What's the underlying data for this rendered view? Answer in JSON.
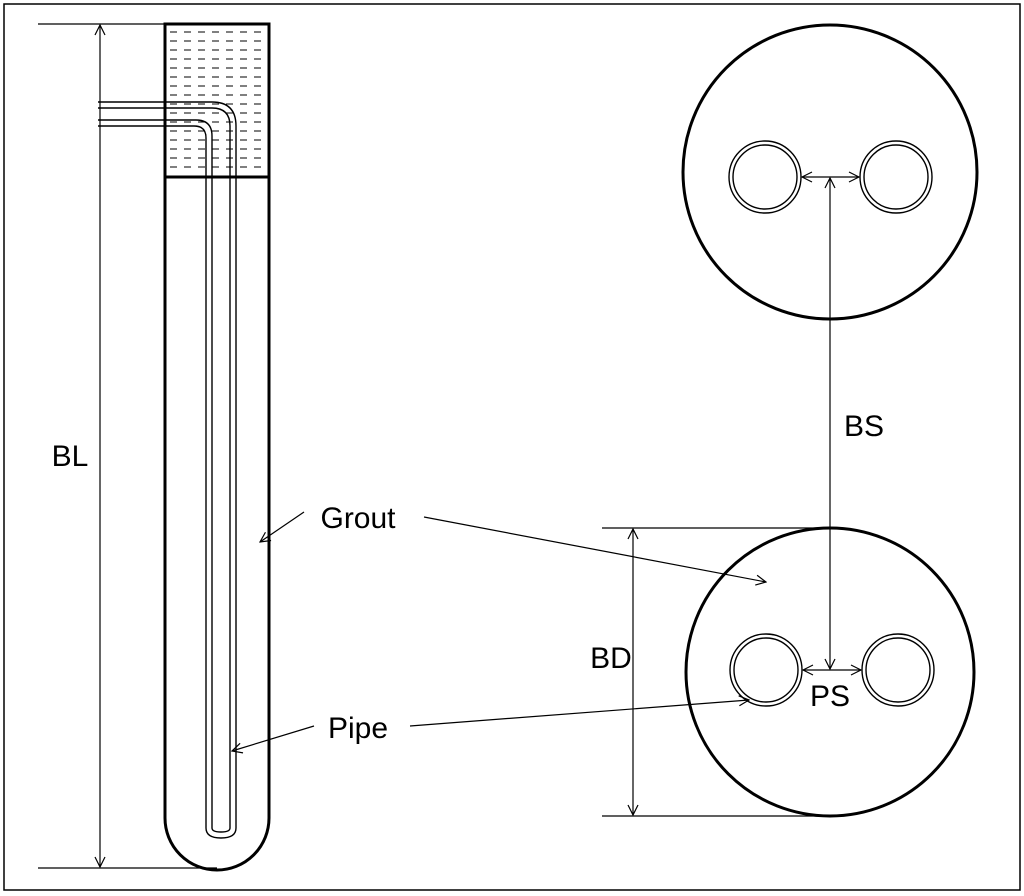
{
  "labels": {
    "borehole_length": "BL",
    "grout": "Grout",
    "pipe": "Pipe",
    "borehole_spacing": "BS",
    "borehole_diameter": "BD",
    "pipe_spacing": "PS"
  }
}
